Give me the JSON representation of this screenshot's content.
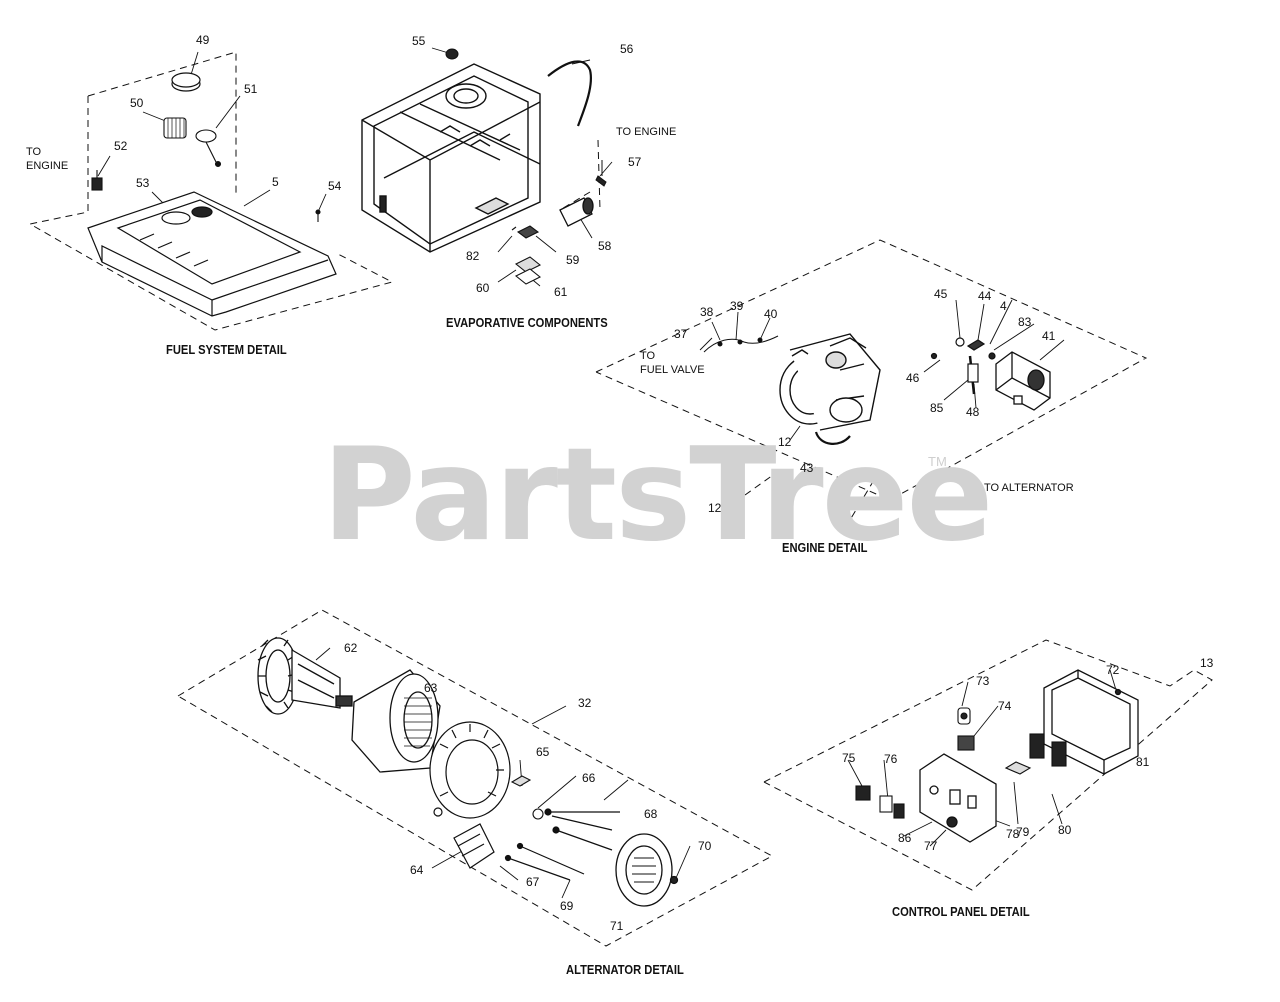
{
  "watermark": {
    "text": "PartsTree",
    "trademark": "TM"
  },
  "sections": {
    "fuel_system": "FUEL SYSTEM DETAIL",
    "evaporative": "EVAPORATIVE COMPONENTS",
    "engine": "ENGINE DETAIL",
    "alternator": "ALTERNATOR DETAIL",
    "control_panel": "CONTROL PANEL DETAIL"
  },
  "notes": {
    "to_engine_1a": "TO",
    "to_engine_1b": "ENGINE",
    "to_engine_2": "TO ENGINE",
    "to_fuel_valve_a": "TO",
    "to_fuel_valve_b": "FUEL VALVE",
    "to_alternator": "TO ALTERNATOR"
  },
  "callouts": {
    "c49": "49",
    "c50": "50",
    "c51": "51",
    "c52": "52",
    "c53": "53",
    "c5": "5",
    "c54": "54",
    "c55": "55",
    "c56": "56",
    "c57": "57",
    "c58": "58",
    "c59": "59",
    "c60": "60",
    "c61": "61",
    "c82": "82",
    "c37": "37",
    "c38": "38",
    "c39": "39",
    "c40": "40",
    "c45": "45",
    "c44": "44",
    "c47": "4",
    "c83": "83",
    "c41": "41",
    "c46": "46",
    "c85": "85",
    "c48": "48",
    "c12a": "12",
    "c43": "43",
    "c12b": "12",
    "c62": "62",
    "c63": "63",
    "c32": "32",
    "c65": "65",
    "c66": "66",
    "c68": "68",
    "c70": "70",
    "c64": "64",
    "c67": "67",
    "c69": "69",
    "c71": "71",
    "c13": "13",
    "c72": "72",
    "c73": "73",
    "c74": "74",
    "c75": "75",
    "c76": "76",
    "c81": "81",
    "c79": "79",
    "c80": "80",
    "c86": "86",
    "c77": "77",
    "c78": "78"
  }
}
